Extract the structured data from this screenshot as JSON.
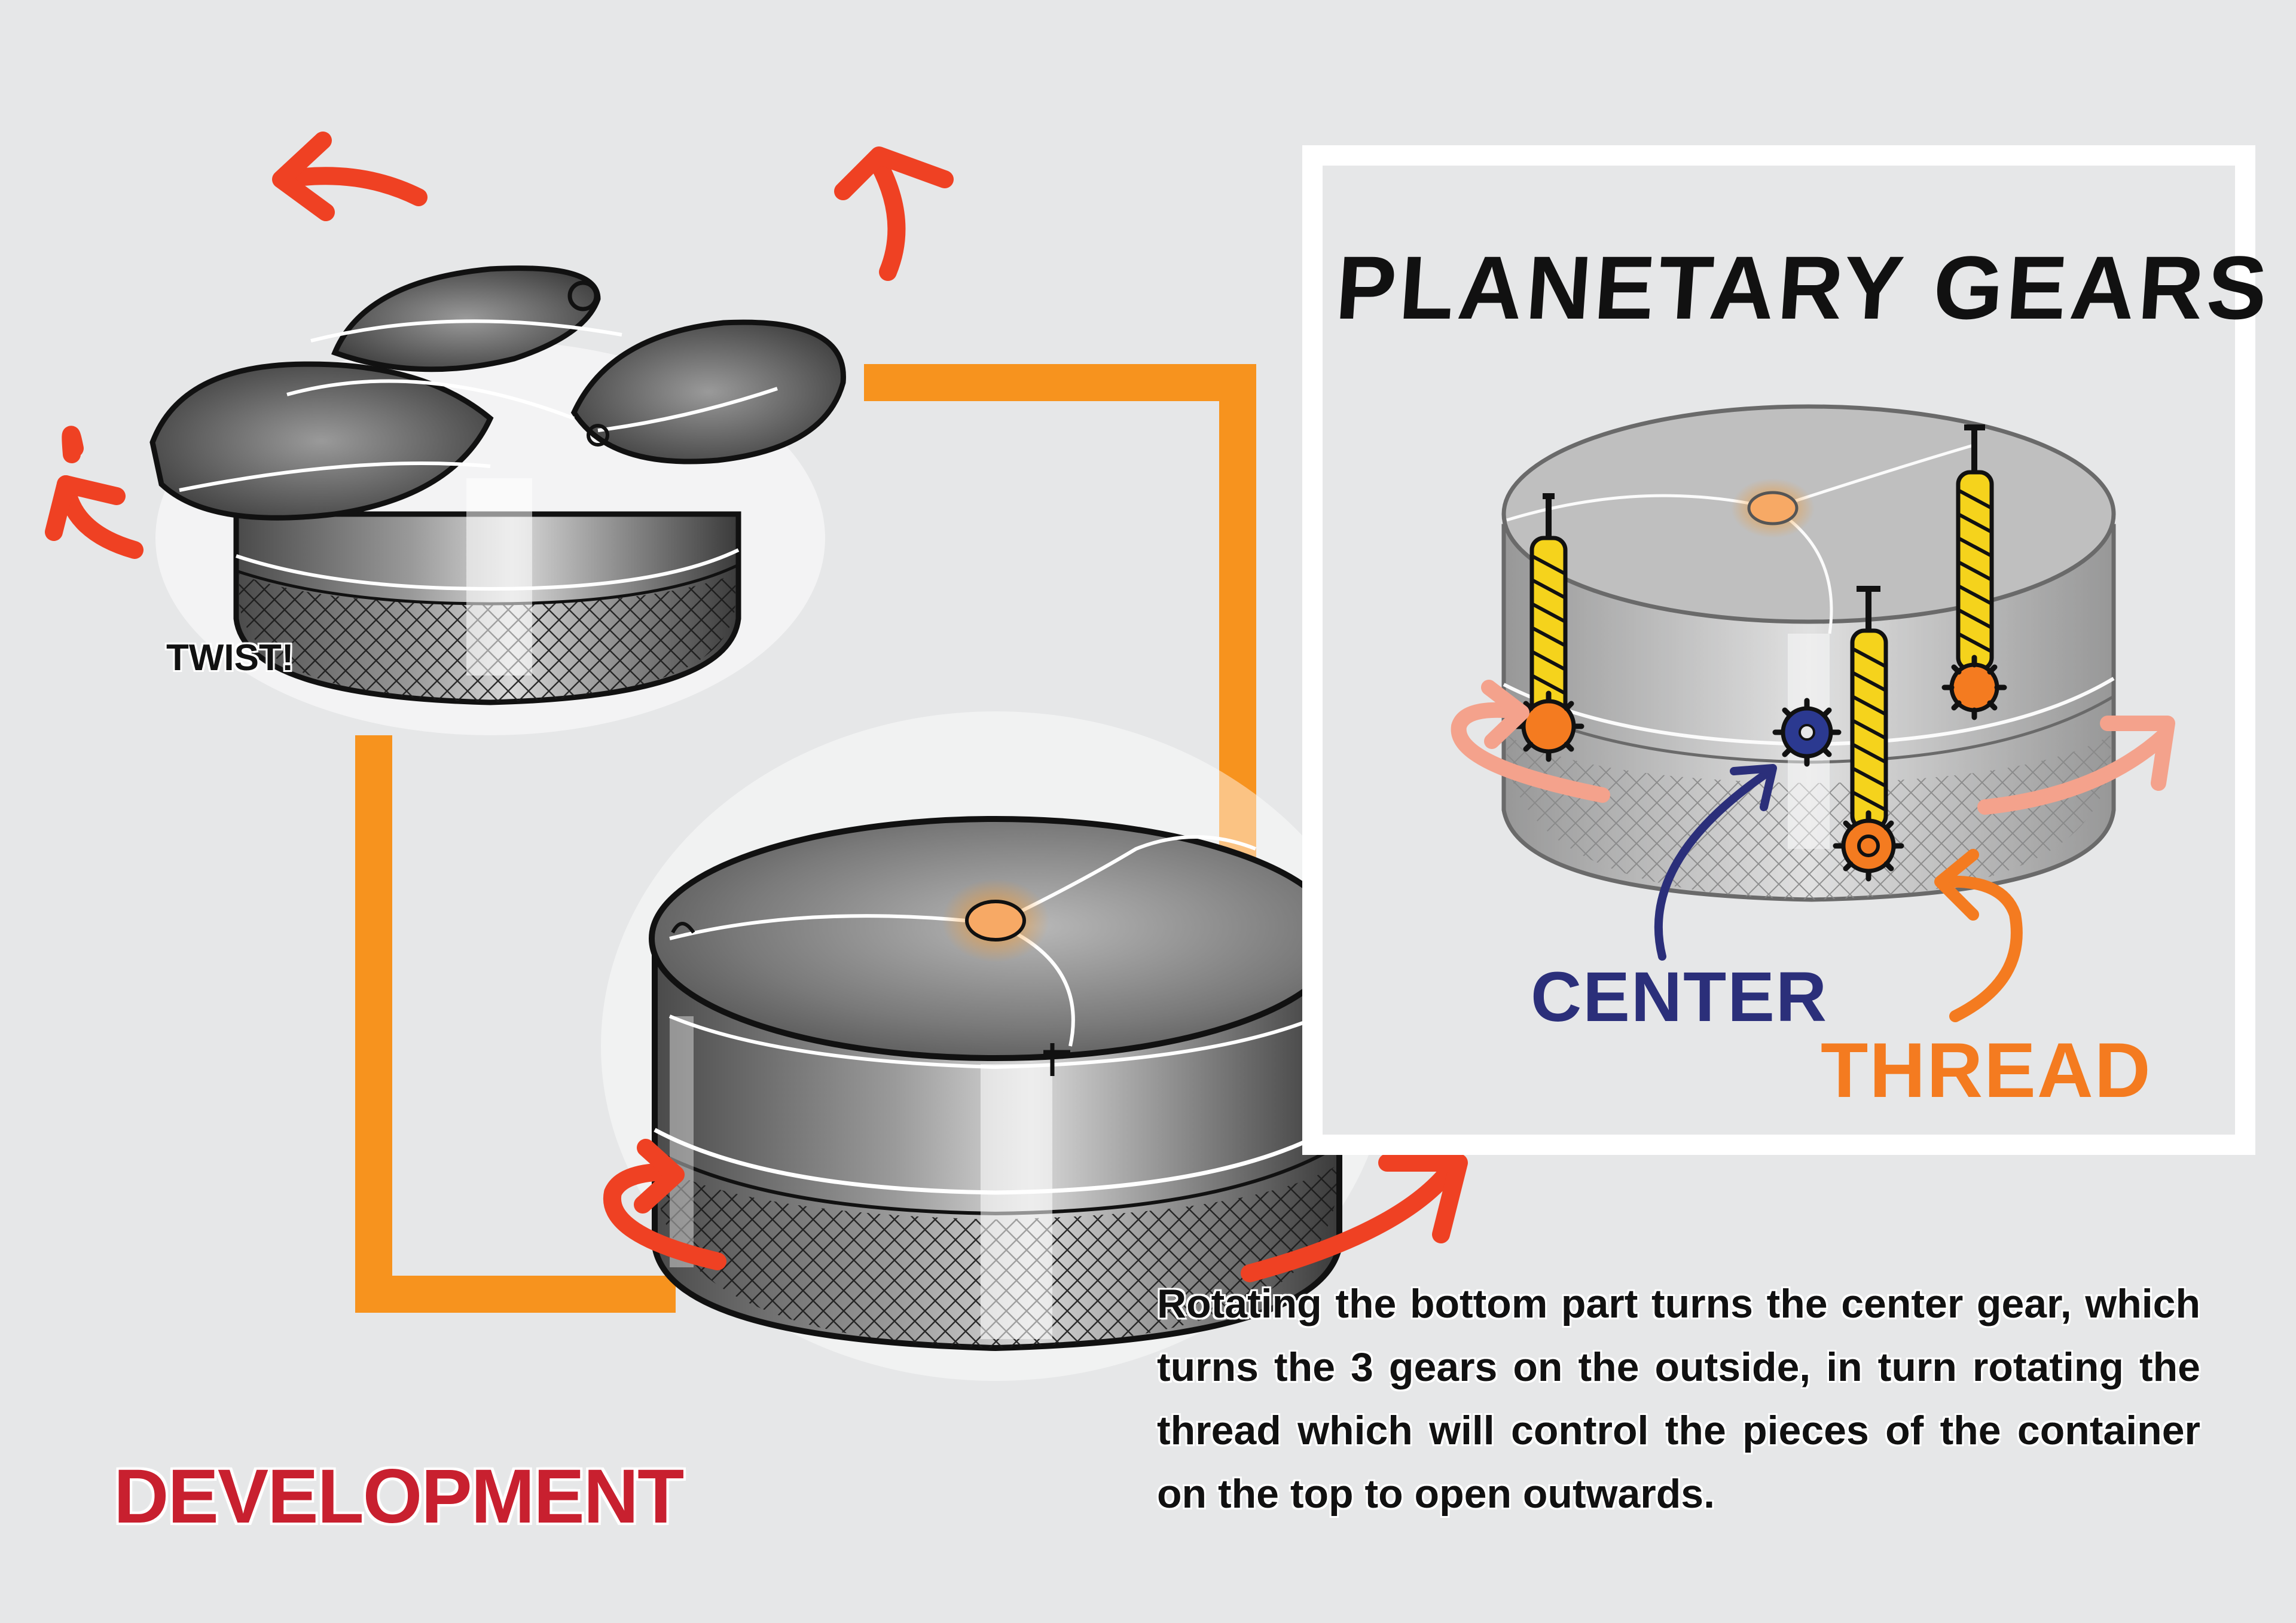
{
  "title": "DEVELOPMENT",
  "annotations": {
    "twist": "TWIST!"
  },
  "caption": "Rotating the bottom part turns the center gear, which turns the 3 gears on the outside, in turn rotating the thread which will control the pieces of the container  on the top to open outwards.",
  "panel": {
    "title": "PLANETARY GEARS",
    "labels": {
      "center": "CENTER",
      "thread": "THREAD"
    }
  },
  "colors": {
    "background": "#e6e7e8",
    "connector": "#f7931e",
    "arrow": "#ef4123",
    "title": "#c8202f",
    "center_gear": "#2b3990",
    "outer_gear": "#f47b20",
    "thread": "#f5d31c",
    "hub": "#f7a965"
  }
}
